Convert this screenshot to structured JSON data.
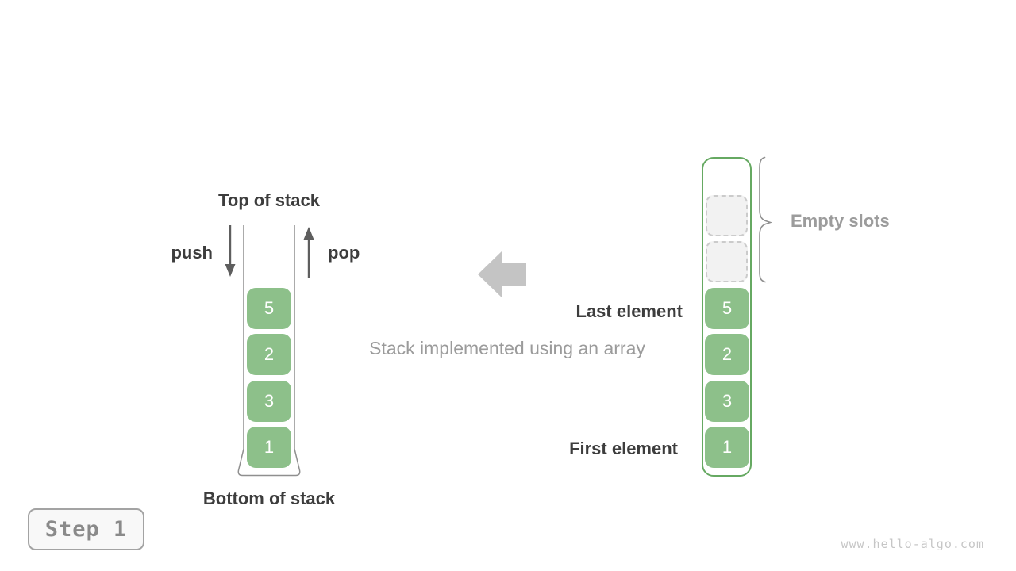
{
  "colors": {
    "cell_green": "#8dc08a",
    "array_border_green": "#66a962",
    "dark_text": "#3d3d3d",
    "muted_text": "#9c9c9c",
    "block_arrow_gray": "#c4c4c4",
    "push_pop_arrow_gray": "#5e5e5e",
    "watermark_gray": "#c6c6c6"
  },
  "left_stack": {
    "top_label": "Top of stack",
    "bottom_label": "Bottom of stack",
    "push_label": "push",
    "pop_label": "pop",
    "values": [
      "5",
      "2",
      "3",
      "1"
    ]
  },
  "center": {
    "caption": "Stack implemented using an array"
  },
  "right_array": {
    "values": [
      "5",
      "2",
      "3",
      "1"
    ],
    "empty_slots_label": "Empty slots",
    "last_element_label": "Last element",
    "first_element_label": "First element"
  },
  "footer": {
    "step_label": "Step 1",
    "watermark": "www.hello-algo.com"
  }
}
